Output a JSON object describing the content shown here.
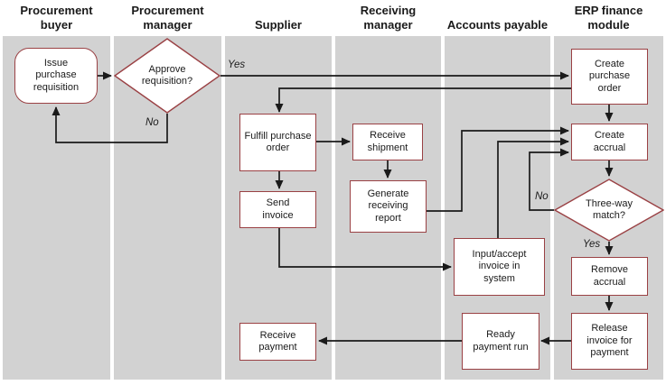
{
  "lanes": [
    {
      "label": "Procurement buyer"
    },
    {
      "label": "Procurement manager"
    },
    {
      "label": "Supplier"
    },
    {
      "label": "Receiving manager"
    },
    {
      "label": "Accounts payable"
    },
    {
      "label": "ERP finance module"
    }
  ],
  "nodes": {
    "issue_purchase_requisition": {
      "label": "Issue purchase requisition"
    },
    "approve_requisition": {
      "label": "Approve requisition?"
    },
    "fulfill_purchase_order": {
      "label": "Fulfill purchase order"
    },
    "send_invoice": {
      "label": "Send invoice"
    },
    "receive_payment": {
      "label": "Receive payment"
    },
    "receive_shipment": {
      "label": "Receive shipment"
    },
    "generate_receiving_report": {
      "label": "Generate receiving report"
    },
    "input_accept_invoice": {
      "label": "Input/accept invoice in system"
    },
    "ready_payment_run": {
      "label": "Ready payment run"
    },
    "create_purchase_order": {
      "label": "Create purchase order"
    },
    "create_accrual": {
      "label": "Create accrual"
    },
    "three_way_match": {
      "label": "Three-way match?"
    },
    "remove_accrual": {
      "label": "Remove accrual"
    },
    "release_invoice_for_payment": {
      "label": "Release invoice for payment"
    }
  },
  "edge_labels": {
    "approve_yes": "Yes",
    "approve_no": "No",
    "match_no": "No",
    "match_yes": "Yes"
  },
  "colors": {
    "lane_bg": "#d2d2d2",
    "node_border": "#9a4144",
    "node_fill": "#ffffff",
    "connector": "#1a1a1a",
    "text": "#1a1a1a"
  }
}
